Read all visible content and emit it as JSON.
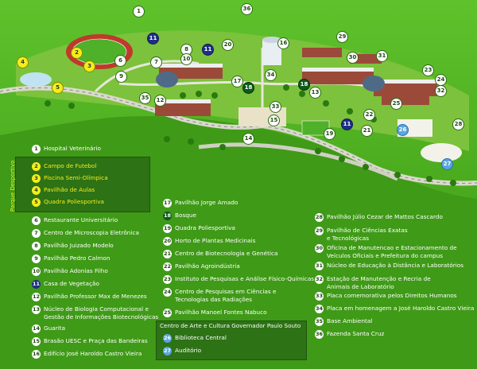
{
  "colors": {
    "grass": "#3f9a17",
    "pin_white": "#ffffff",
    "pin_yellow": "#f3ee1c",
    "pin_blue": "#1f2f86",
    "pin_green": "#0e5a1c",
    "pin_sky": "#5aa6e0"
  },
  "map_pins": [
    "1",
    "2",
    "3",
    "4",
    "5",
    "6",
    "7",
    "8",
    "9",
    "10",
    "11",
    "12",
    "13",
    "14",
    "15",
    "16",
    "17",
    "18",
    "18",
    "19",
    "20",
    "21",
    "22",
    "23",
    "24",
    "25",
    "26",
    "27",
    "28",
    "29",
    "30",
    "31",
    "32",
    "33",
    "34",
    "35",
    "36"
  ],
  "legend": {
    "hospital": {
      "num": "1",
      "label": "Hospital Veterinário"
    },
    "sport_group_title": "Parque Desportivo",
    "sport": [
      {
        "num": "2",
        "label": "Campo de Futebol"
      },
      {
        "num": "3",
        "label": "Piscina Semi-Olímpica"
      },
      {
        "num": "4",
        "label": "Pavilhão de Aulas"
      },
      {
        "num": "5",
        "label": "Quadra Poliesportiva"
      }
    ],
    "col1": [
      {
        "num": "6",
        "label": "Restaurante Universitário"
      },
      {
        "num": "7",
        "label": "Centro de Microscopia Eletrônica"
      },
      {
        "num": "8",
        "label": "Pavilhão Juizado Modelo"
      },
      {
        "num": "9",
        "label": "Pavilhão Pedro Calmon"
      },
      {
        "num": "10",
        "label": "Pavilhão Adonias Filho"
      },
      {
        "num": "11",
        "label": "Casa de Vegetação"
      },
      {
        "num": "12",
        "label": "Pavilhão Professor Max de Menezes"
      },
      {
        "num": "13",
        "label": "Núcleo de Biologia Computacional e\nGestão de Informações Biotecnológicas"
      },
      {
        "num": "14",
        "label": "Guarita"
      },
      {
        "num": "15",
        "label": "Brasão UESC e Praça das Bandeiras"
      },
      {
        "num": "16",
        "label": "Edifício José Haroldo Castro Vieira"
      }
    ],
    "col2": [
      {
        "num": "17",
        "label": "Pavilhão Jorge Amado"
      },
      {
        "num": "18",
        "label": "Bosque"
      },
      {
        "num": "19",
        "label": "Quadra Poliesportiva"
      },
      {
        "num": "20",
        "label": "Horto de Plantas Medicinais"
      },
      {
        "num": "21",
        "label": "Centro de Biotecnologia e Genética"
      },
      {
        "num": "22",
        "label": "Pavilhão Agroindústria"
      },
      {
        "num": "23",
        "label": "Instituto de Pesquisas e Análise Físico-Químicas"
      },
      {
        "num": "24",
        "label": "Centro de Pesquisas em Ciências e\nTecnologias das Radiações"
      },
      {
        "num": "25",
        "label": "Pavilhão Manoel Fontes Nabuco"
      }
    ],
    "culture_title": "Centro de Arte e Cultura  Governador Paulo Souto",
    "culture": [
      {
        "num": "26",
        "label": "Biblioteca Central"
      },
      {
        "num": "27",
        "label": "Auditório"
      }
    ],
    "col3": [
      {
        "num": "28",
        "label": "Pavilhão Júlio Cezar de Mattos Cascardo"
      },
      {
        "num": "29",
        "label": "Pavilhão de Ciências Exatas\ne Tecnológicas"
      },
      {
        "num": "30",
        "label": "Oficina de Manutencao e Estacionamento de\nVeículos Oficiais e Prefeitura do campus"
      },
      {
        "num": "31",
        "label": "Núcleo de Educação à Distância e Laboratórios"
      },
      {
        "num": "32",
        "label": "Estação de Manutenção e Recria de\nAnimais de Laboratório"
      },
      {
        "num": "33",
        "label": "Placa comemorativa pelos Direitos Humanos"
      },
      {
        "num": "34",
        "label": "Placa em homenagem a José Haroldo Castro Vieira"
      },
      {
        "num": "35",
        "label": "Base Ambiental"
      },
      {
        "num": "36",
        "label": "Fazenda Santa Cruz"
      }
    ]
  }
}
